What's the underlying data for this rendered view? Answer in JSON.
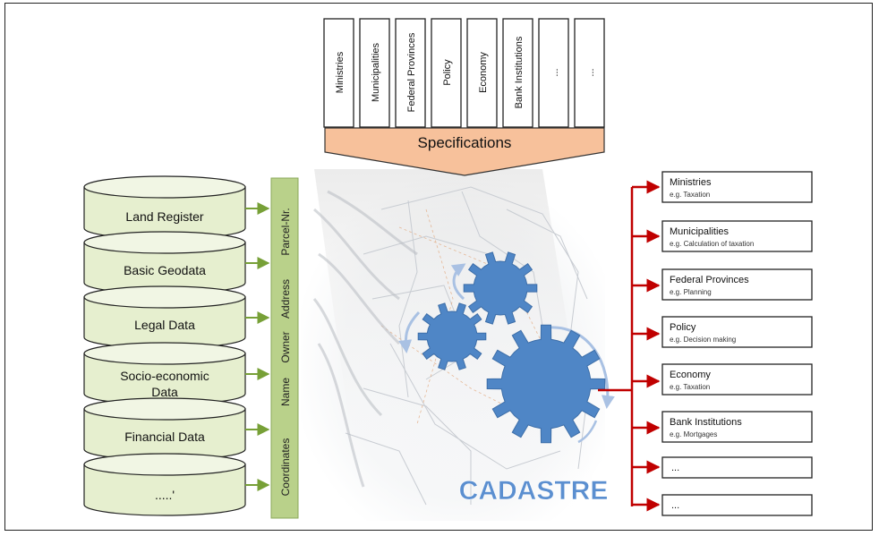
{
  "top_stakeholders": [
    "Ministries",
    "Municipalities",
    "Federal Provinces",
    "Policy",
    "Economy",
    "Bank Institutions",
    "...",
    "..."
  ],
  "specifications_label": "Specifications",
  "databases": [
    {
      "lines": [
        "Land Register"
      ]
    },
    {
      "lines": [
        "Basic Geodata"
      ]
    },
    {
      "lines": [
        "Legal Data"
      ]
    },
    {
      "lines": [
        "Socio-economic",
        "Data"
      ]
    },
    {
      "lines": [
        "Financial Data"
      ]
    },
    {
      "lines": [
        ".....'"
      ]
    }
  ],
  "key_attributes": [
    "Parcel-Nr.",
    "Address",
    "Owner",
    "Name",
    "Coordinates"
  ],
  "center_label": "CADASTRE",
  "outputs": [
    {
      "title": "Ministries",
      "example": "e.g. Taxation"
    },
    {
      "title": "Municipalities",
      "example": "e.g. Calculation of taxation"
    },
    {
      "title": "Federal Provinces",
      "example": "e.g.  Planning"
    },
    {
      "title": "Policy",
      "example": "e.g. Decision making"
    },
    {
      "title": "Economy",
      "example": "e.g. Taxation"
    },
    {
      "title": "Bank Institutions",
      "example": "e.g. Mortgages"
    },
    {
      "title": "...",
      "example": ""
    },
    {
      "title": "...",
      "example": ""
    }
  ],
  "colors": {
    "cylinder_fill": "#e6efcf",
    "attribute_bar": "#b9d18a",
    "specifications_fill": "#f7c19b",
    "gear": "#4f86c6",
    "output_arrow": "#c00000",
    "input_arrow": "#77a037",
    "cadastre_text": "#5b8fd0"
  }
}
